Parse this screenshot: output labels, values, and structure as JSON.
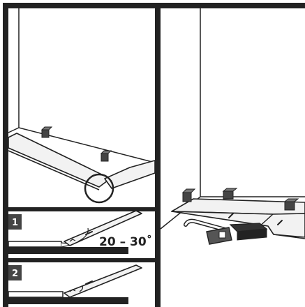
{
  "steps": [
    {
      "number": "1",
      "angle_label": "20 – 30˚"
    },
    {
      "number": "2"
    }
  ],
  "colors": {
    "ink": "#222222",
    "paper": "#ffffff",
    "board": "#f2f2f2",
    "badge": "#444444"
  }
}
